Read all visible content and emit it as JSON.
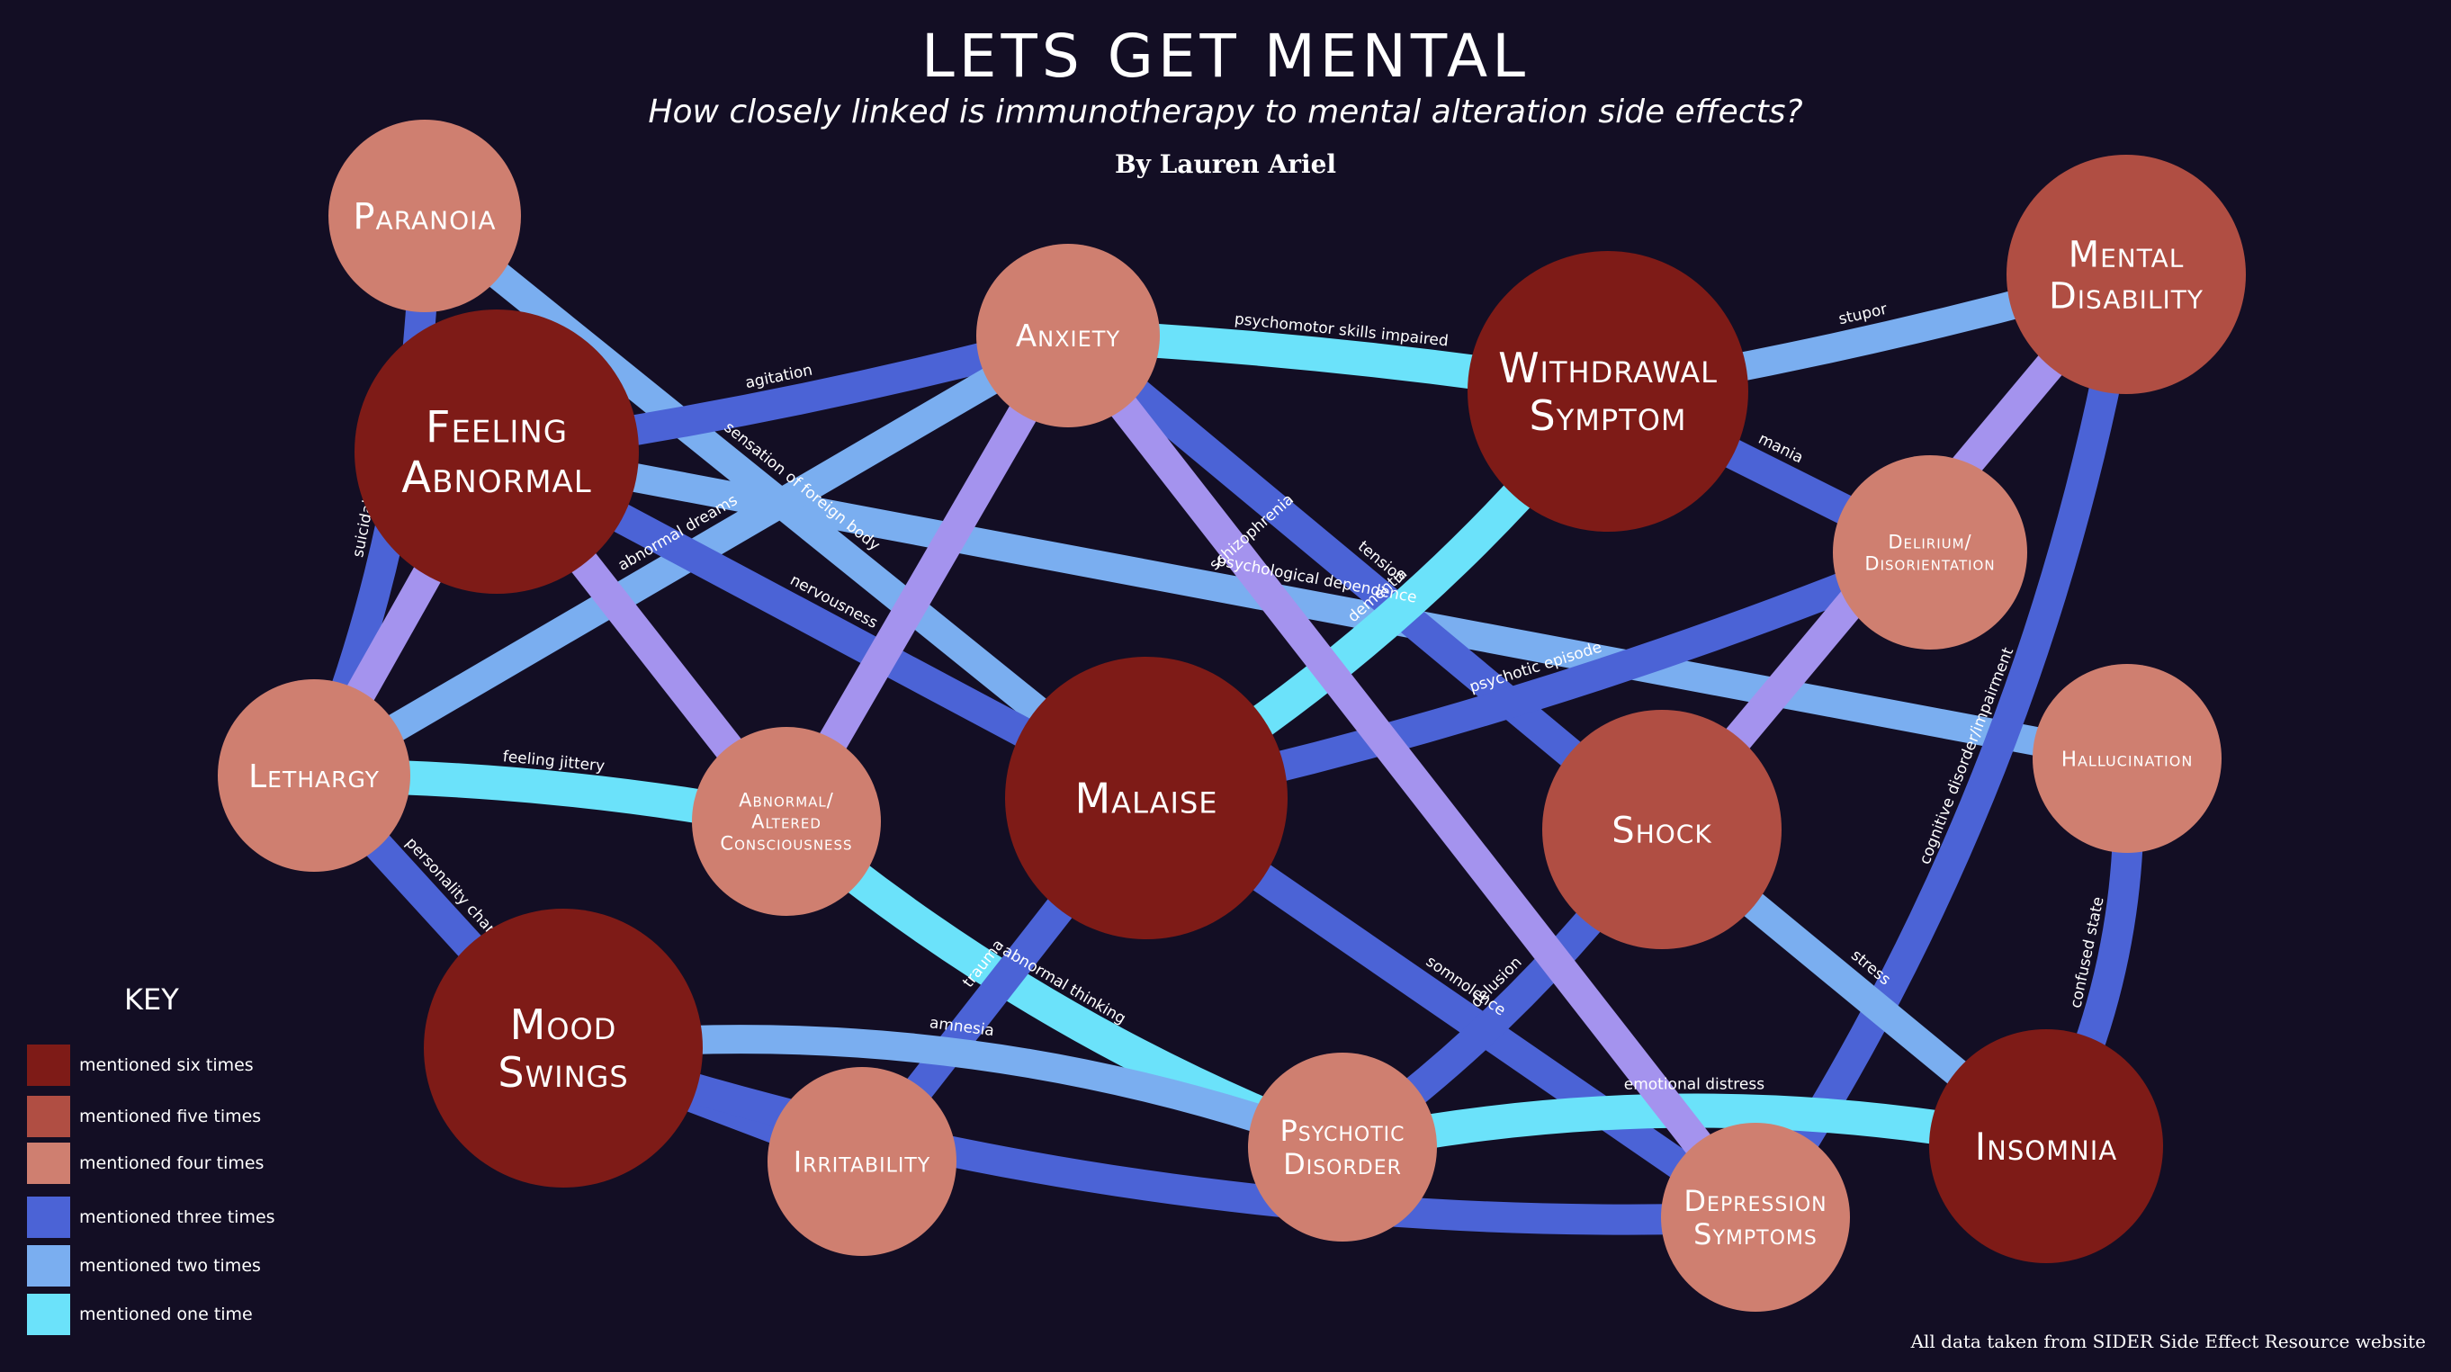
{
  "header": {
    "title": "LETS GET MENTAL",
    "subtitle": "How closely linked is immunotherapy to mental alteration side effects?",
    "byline": "By Lauren Ariel"
  },
  "source_note": "All data taken from SIDER Side Effect Resource website",
  "key": {
    "title": "KEY",
    "items": [
      {
        "label": "mentioned six times",
        "color": "#7e1b17"
      },
      {
        "label": "mentioned five times",
        "color": "#b04e43"
      },
      {
        "label": "mentioned four times",
        "color": "#cf7f70"
      },
      {
        "label": "mentioned three times",
        "color": "#4b63d6"
      },
      {
        "label": "mentioned two times",
        "color": "#7aaef0"
      },
      {
        "label": "mentioned one time",
        "color": "#6be2fa"
      }
    ]
  },
  "colors": {
    "background": "#130e24",
    "node_six": "#7e1b17",
    "node_five": "#b04e43",
    "node_four": "#cf7f70",
    "link_three": "#4b63d6",
    "link_two": "#7aaef0",
    "link_one": "#6be2fa",
    "link_lavender": "#a493ee"
  },
  "nodes": [
    {
      "id": "paranoia",
      "lines": [
        "Paranoia"
      ],
      "level": "four"
    },
    {
      "id": "feeling-abnormal",
      "lines": [
        "Feeling",
        "Abnormal"
      ],
      "level": "six"
    },
    {
      "id": "anxiety",
      "lines": [
        "Anxiety"
      ],
      "level": "four"
    },
    {
      "id": "withdrawal-symptom",
      "lines": [
        "Withdrawal",
        "Symptom"
      ],
      "level": "six"
    },
    {
      "id": "mental-disability",
      "lines": [
        "Mental",
        "Disability"
      ],
      "level": "five"
    },
    {
      "id": "delirium",
      "lines": [
        "Delirium/",
        "Disorientation"
      ],
      "level": "four"
    },
    {
      "id": "lethargy",
      "lines": [
        "Lethargy"
      ],
      "level": "four"
    },
    {
      "id": "abnormal-consciousness",
      "lines": [
        "Abnormal/",
        "Altered",
        "Consciousness"
      ],
      "level": "four"
    },
    {
      "id": "malaise",
      "lines": [
        "Malaise"
      ],
      "level": "six"
    },
    {
      "id": "shock",
      "lines": [
        "Shock"
      ],
      "level": "five"
    },
    {
      "id": "hallucination",
      "lines": [
        "Hallucination"
      ],
      "level": "four"
    },
    {
      "id": "mood-swings",
      "lines": [
        "Mood",
        "Swings"
      ],
      "level": "six"
    },
    {
      "id": "irritability",
      "lines": [
        "Irritability"
      ],
      "level": "four"
    },
    {
      "id": "psychotic-disorder",
      "lines": [
        "Psychotic",
        "Disorder"
      ],
      "level": "four"
    },
    {
      "id": "depression-symptoms",
      "lines": [
        "Depression",
        "Symptoms"
      ],
      "level": "four"
    },
    {
      "id": "insomnia",
      "lines": [
        "Insomnia"
      ],
      "level": "six"
    }
  ],
  "links": [
    {
      "from": "paranoia",
      "to": "lethargy",
      "level": "three",
      "label": "suicidal ideation"
    },
    {
      "from": "paranoia",
      "to": "malaise",
      "level": "two",
      "label": "sensation of foreign body"
    },
    {
      "from": "feeling-abnormal",
      "to": "anxiety",
      "level": "three",
      "label": "agitation"
    },
    {
      "from": "anxiety",
      "to": "withdrawal-symptom",
      "level": "one",
      "label": "psychomotor skills impaired"
    },
    {
      "from": "withdrawal-symptom",
      "to": "mental-disability",
      "level": "two",
      "label": "stupor"
    },
    {
      "from": "feeling-abnormal",
      "to": "hallucination",
      "level": "two",
      "label": "psychological dependence"
    },
    {
      "from": "lethargy",
      "to": "anxiety",
      "level": "two",
      "label": "abnormal dreams"
    },
    {
      "from": "feeling-abnormal",
      "to": "malaise",
      "level": "three",
      "label": "nervousness"
    },
    {
      "from": "anxiety",
      "to": "shock",
      "level": "three",
      "label": "tension"
    },
    {
      "from": "malaise",
      "to": "withdrawal-symptom",
      "level": "three",
      "label": "schizophrenia"
    },
    {
      "from": "malaise",
      "to": "withdrawal-symptom",
      "level": "one",
      "label": "dementia"
    },
    {
      "from": "withdrawal-symptom",
      "to": "delirium",
      "level": "three",
      "label": "mania"
    },
    {
      "from": "malaise",
      "to": "delirium",
      "level": "three",
      "label": "psychotic episode"
    },
    {
      "from": "lethargy",
      "to": "abnormal-consciousness",
      "level": "one",
      "label": "feeling jittery"
    },
    {
      "from": "lethargy",
      "to": "mood-swings",
      "level": "three",
      "label": "personality change"
    },
    {
      "from": "depression-symptoms",
      "to": "mental-disability",
      "level": "three",
      "label": "cognitive disorder/impairment"
    },
    {
      "from": "hallucination",
      "to": "insomnia",
      "level": "three",
      "label": "confused state"
    },
    {
      "from": "malaise",
      "to": "depression-symptoms",
      "level": "three",
      "label": "somnolence"
    },
    {
      "from": "abnormal-consciousness",
      "to": "psychotic-disorder",
      "level": "one",
      "label": "abnormal thinking"
    },
    {
      "from": "irritability",
      "to": "malaise",
      "level": "three",
      "label": "trauma"
    },
    {
      "from": "mood-swings",
      "to": "psychotic-disorder",
      "level": "two",
      "label": "amnesia"
    },
    {
      "from": "psychotic-disorder",
      "to": "shock",
      "level": "three",
      "label": "delusion"
    },
    {
      "from": "psychotic-disorder",
      "to": "insomnia",
      "level": "one",
      "label": "emotional distress"
    },
    {
      "from": "shock",
      "to": "insomnia",
      "level": "two",
      "label": "stress"
    },
    {
      "from": "lethargy",
      "to": "feeling-abnormal",
      "level": "lavender",
      "label": ""
    },
    {
      "from": "feeling-abnormal",
      "to": "abnormal-consciousness",
      "level": "lavender",
      "label": ""
    },
    {
      "from": "anxiety",
      "to": "abnormal-consciousness",
      "level": "lavender",
      "label": ""
    },
    {
      "from": "anxiety",
      "to": "depression-symptoms",
      "level": "lavender",
      "label": ""
    },
    {
      "from": "shock",
      "to": "mental-disability",
      "level": "lavender",
      "label": ""
    },
    {
      "from": "mood-swings",
      "to": "irritability",
      "level": "three",
      "label": ""
    },
    {
      "from": "mood-swings",
      "to": "depression-symptoms",
      "level": "three",
      "label": ""
    }
  ]
}
